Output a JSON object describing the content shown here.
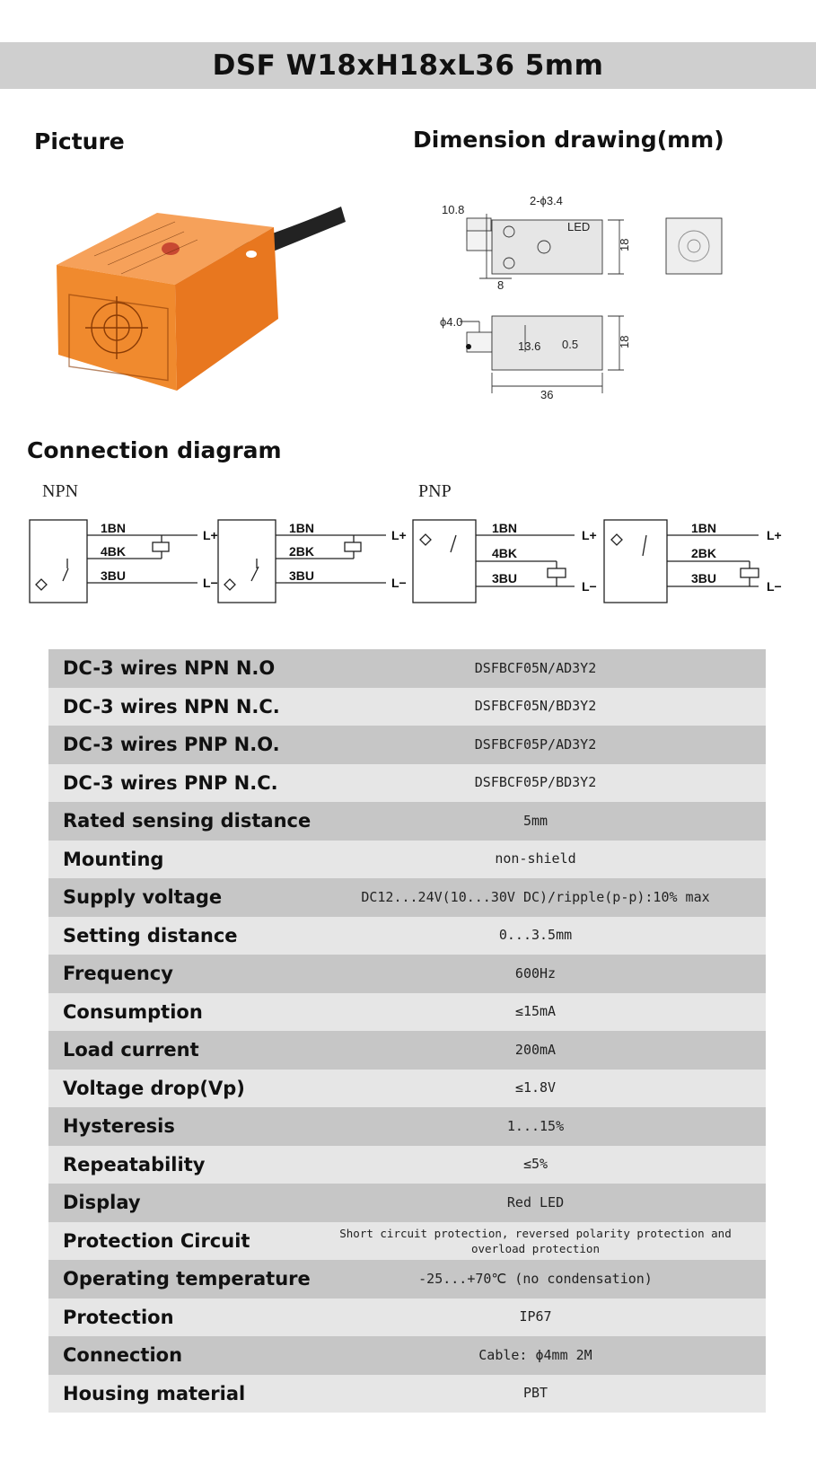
{
  "title": "DSF  W18xH18xL36  5mm",
  "sections": {
    "picture": "Picture",
    "dimension": "Dimension drawing(mm)",
    "connection": "Connection diagram"
  },
  "dimension_labels": {
    "d10_8": "10.8",
    "holes": "2-ϕ3.4",
    "led": "LED",
    "d18a": "18",
    "d8": "8",
    "cable": "ϕ4.0",
    "d13_6": "13.6",
    "d0_5": "0.5",
    "d18b": "18",
    "d36": "36"
  },
  "diagram_labels": {
    "npn": "NPN",
    "pnp": "PNP",
    "bn": "1BN",
    "bk4": "4BK",
    "bk2": "2BK",
    "bu": "3BU",
    "lplus": "L+",
    "lminus": "L−"
  },
  "specs": [
    {
      "label": "DC-3 wires NPN N.O",
      "value": "DSFBCF05N/AD3Y2"
    },
    {
      "label": "DC-3 wires NPN N.C.",
      "value": "DSFBCF05N/BD3Y2"
    },
    {
      "label": "DC-3 wires PNP N.O.",
      "value": "DSFBCF05P/AD3Y2"
    },
    {
      "label": "DC-3 wires PNP N.C.",
      "value": "DSFBCF05P/BD3Y2"
    },
    {
      "label": "Rated sensing distance",
      "value": "5mm"
    },
    {
      "label": "Mounting",
      "value": "non-shield"
    },
    {
      "label": "Supply voltage",
      "value": "DC12...24V(10...30V DC)/ripple(p-p):10% max"
    },
    {
      "label": "Setting distance",
      "value": "0...3.5mm"
    },
    {
      "label": "Frequency",
      "value": "600Hz"
    },
    {
      "label": "Consumption",
      "value": "≤15mA"
    },
    {
      "label": "Load current",
      "value": "200mA"
    },
    {
      "label": "Voltage drop(Vp)",
      "value": "≤1.8V"
    },
    {
      "label": "Hysteresis",
      "value": "1...15%"
    },
    {
      "label": "Repeatability",
      "value": "≤5%"
    },
    {
      "label": "Display",
      "value": "Red LED"
    },
    {
      "label": "Protection Circuit",
      "value": "Short circuit protection, reversed polarity protection and overload protection"
    },
    {
      "label": "Operating temperature",
      "value": "-25...+70℃ (no condensation)"
    },
    {
      "label": "Protection",
      "value": "IP67"
    },
    {
      "label": "Connection",
      "value": "Cable: ϕ4mm 2M"
    },
    {
      "label": "Housing material",
      "value": "PBT"
    }
  ],
  "colors": {
    "sensor_body": "#f08a2e",
    "banner": "#cfcfcf",
    "row_dark": "#c6c6c6",
    "row_light": "#e6e6e6"
  }
}
